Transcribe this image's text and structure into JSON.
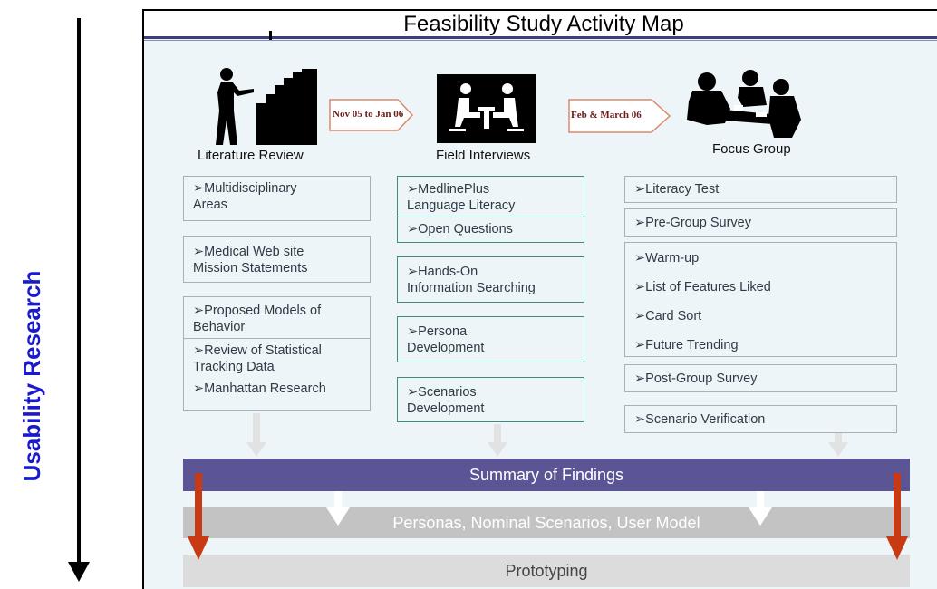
{
  "title": "Feasibility Study Activity Map",
  "side_label": "Usability Research",
  "stages": {
    "literature": "Literature Review",
    "interviews": "Field Interviews",
    "focus": "Focus Group"
  },
  "transitions": {
    "first": "Nov 05 to Jan 06",
    "second": "Feb & March 06"
  },
  "literature_boxes": [
    [
      "➢Multidisciplinary",
      "Areas"
    ],
    [
      "➢Medical Web site",
      "Mission Statements"
    ],
    [
      "➢Proposed Models of",
      "Behavior"
    ],
    [
      "➢Review of Statistical",
      "Tracking Data",
      "",
      "➢Manhattan Research"
    ]
  ],
  "interview_boxes": [
    [
      "➢MedlinePlus",
      "Language Literacy"
    ],
    [
      "➢Open Questions"
    ],
    [
      "➢Hands-On",
      "Information Searching"
    ],
    [
      "➢Persona",
      "Development"
    ],
    [
      "➢Scenarios",
      "Development"
    ]
  ],
  "focus_boxes": [
    [
      "➢Literacy Test"
    ],
    [
      "➢Pre-Group Survey"
    ],
    [
      "➢Warm-up",
      "➢List of Features Liked",
      "➢Card Sort",
      "➢Future Trending"
    ],
    [
      "➢Post-Group Survey"
    ],
    [
      "➢Scenario Verification"
    ]
  ],
  "summary": "Summary of Findings",
  "personas": "Personas, Nominal Scenarios, User Model",
  "prototyping": "Prototyping",
  "colors": {
    "side_label": "#1a1acc",
    "summary_bar": "#5b5596",
    "red_arrow": "#c83a14",
    "green_border": "#3e8d7c"
  },
  "icons": {
    "literature": "presenter-stairs-icon",
    "interviews": "interview-pictogram-icon",
    "focus": "meeting-group-icon"
  }
}
